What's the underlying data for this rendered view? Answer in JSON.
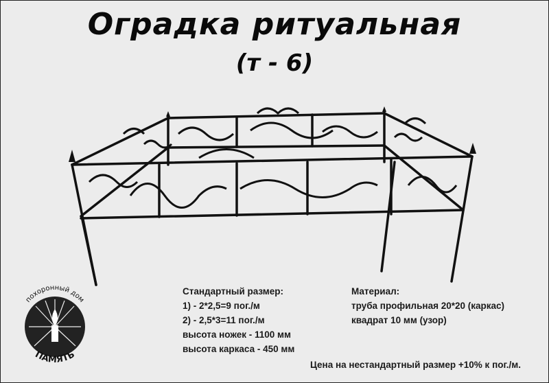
{
  "title": "Оградка ритуальная",
  "subtitle": "(т - 6)",
  "specs": {
    "heading": "Стандартный размер:",
    "lines": [
      "1) - 2*2,5=9 пог./м",
      "2) - 2,5*3=11 пог./м",
      "высота ножек - 1100 мм",
      "высота каркаса - 450 мм"
    ]
  },
  "material": {
    "heading": "Материал:",
    "lines": [
      "труба профильная 20*20 (каркас)",
      "квадрат 10 мм (узор)"
    ]
  },
  "price_note": "Цена на нестандартный размер +10% к пог./м.",
  "logo": {
    "top_text": "похоронный дом",
    "bottom_text": "ПАМЯТЬ",
    "icon": "candle-flame-icon"
  },
  "colors": {
    "background": "#ececec",
    "ink": "#111111"
  }
}
